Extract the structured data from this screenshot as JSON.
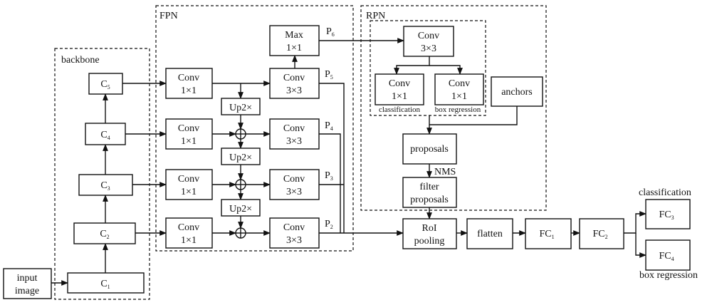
{
  "groups": {
    "backbone": "backbone",
    "fpn": "FPN",
    "rpn": "RPN"
  },
  "input_image": [
    "input",
    "image"
  ],
  "backbone": {
    "c1": {
      "base": "C",
      "sub": "1"
    },
    "c2": {
      "base": "C",
      "sub": "2"
    },
    "c3": {
      "base": "C",
      "sub": "3"
    },
    "c4": {
      "base": "C",
      "sub": "4"
    },
    "c5": {
      "base": "C",
      "sub": "5"
    }
  },
  "fpn": {
    "lateral_conv": [
      "Conv",
      "1×1"
    ],
    "output_conv": [
      "Conv",
      "3×3"
    ],
    "upsample": "Up2×",
    "maxpool": [
      "Max",
      "1×1"
    ]
  },
  "pyramid": {
    "p2": {
      "base": "P",
      "sub": "2"
    },
    "p3": {
      "base": "P",
      "sub": "3"
    },
    "p4": {
      "base": "P",
      "sub": "4"
    },
    "p5": {
      "base": "P",
      "sub": "5"
    },
    "p6": {
      "base": "P",
      "sub": "6"
    }
  },
  "rpn": {
    "conv": [
      "Conv",
      "3×3"
    ],
    "cls_conv": [
      "Conv",
      "1×1"
    ],
    "cls_caption": "classification",
    "reg_conv": [
      "Conv",
      "1×1"
    ],
    "reg_caption": "box regression",
    "anchors": "anchors",
    "proposals": "proposals",
    "nms": "NMS",
    "filter": [
      "filter",
      "proposals"
    ]
  },
  "head": {
    "roi": [
      "RoI",
      "pooling"
    ],
    "flatten": "flatten",
    "fc1": {
      "base": "FC",
      "sub": "1"
    },
    "fc2": {
      "base": "FC",
      "sub": "2"
    },
    "fc3": {
      "base": "FC",
      "sub": "3"
    },
    "fc4": {
      "base": "FC",
      "sub": "4"
    },
    "cls_caption": "classification",
    "reg_caption": "box regression"
  }
}
